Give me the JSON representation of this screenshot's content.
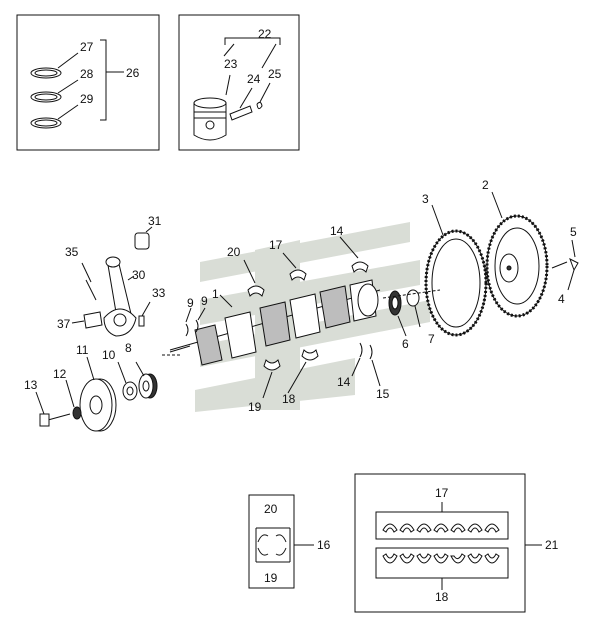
{
  "labels": {
    "p1": "1",
    "p2": "2",
    "p3": "3",
    "p4": "4",
    "p5": "5",
    "p6": "6",
    "p7": "7",
    "p8": "8",
    "p9a": "9",
    "p9b": "9",
    "p10": "10",
    "p11": "11",
    "p12": "12",
    "p13": "13",
    "p14a": "14",
    "p14b": "14",
    "p15": "15",
    "p16": "16",
    "p17a": "17",
    "p17b": "17",
    "p18a": "18",
    "p18b": "18",
    "p19a": "19",
    "p19b": "19",
    "p20a": "20",
    "p20b": "20",
    "p21": "21",
    "p22": "22",
    "p23": "23",
    "p24": "24",
    "p25": "25",
    "p26": "26",
    "p27": "27",
    "p28": "28",
    "p29": "29",
    "p30": "30",
    "p31": "31",
    "p33": "33",
    "p35": "35",
    "p37": "37"
  },
  "colors": {
    "watermark": "#d9ddd6",
    "ink": "#111111"
  }
}
